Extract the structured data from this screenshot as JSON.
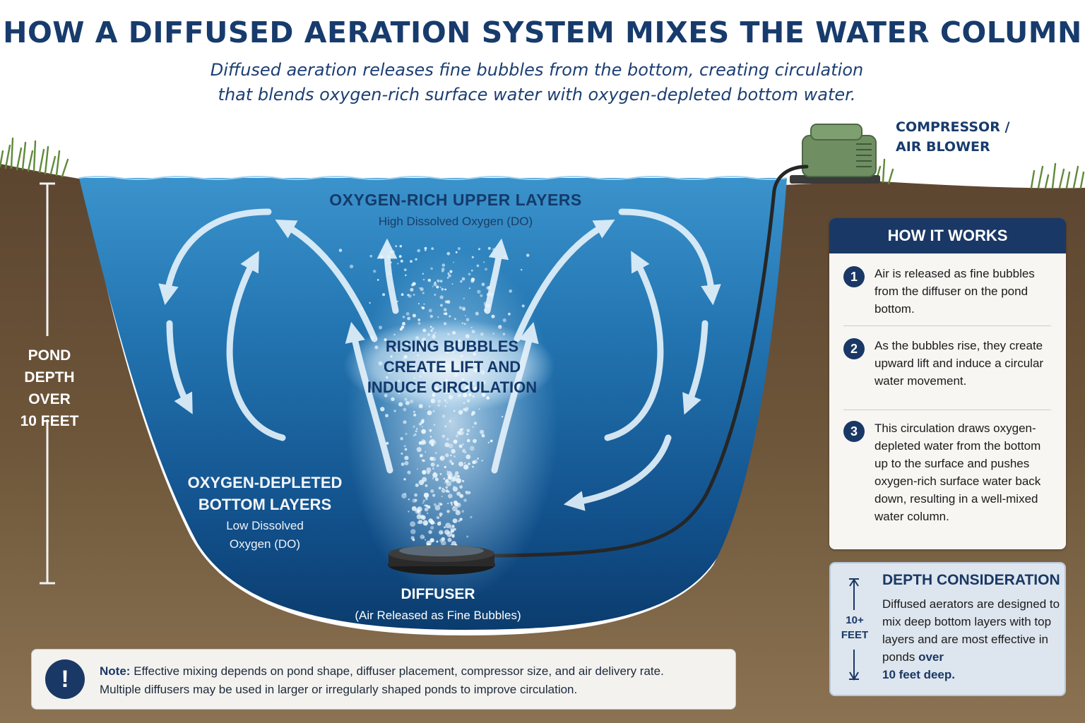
{
  "title": "HOW A DIFFUSED AERATION SYSTEM MIXES THE WATER COLUMN",
  "subtitle": {
    "line1": "Diffused aeration releases fine bubbles from the bottom, creating circulation",
    "line2": "that blends oxygen-rich surface water with oxygen-depleted bottom water."
  },
  "compressor": {
    "line1": "COMPRESSOR /",
    "line2": "AIR BLOWER"
  },
  "upper_layers": {
    "title": "OXYGEN-RICH UPPER LAYERS",
    "subtitle": "High Dissolved Oxygen (DO)"
  },
  "rising_bubbles": {
    "line1": "RISING BUBBLES",
    "line2": "CREATE LIFT AND",
    "line3": "INDUCE CIRCULATION"
  },
  "bottom_layers": {
    "title_line1": "OXYGEN-DEPLETED",
    "title_line2": "BOTTOM LAYERS",
    "subtitle_line1": "Low Dissolved",
    "subtitle_line2": "Oxygen (DO)"
  },
  "diffuser": {
    "title": "DIFFUSER",
    "subtitle": "(Air Released as Fine Bubbles)"
  },
  "pond_depth": {
    "line1": "POND DEPTH",
    "line2": "OVER",
    "line3": "10 FEET"
  },
  "how_it_works": {
    "heading": "HOW IT WORKS",
    "steps": [
      {
        "num": "1",
        "text": "Air is released as fine bubbles from the diffuser on the pond bottom."
      },
      {
        "num": "2",
        "text": "As the bubbles rise, they create upward lift and induce a circular water movement."
      },
      {
        "num": "3",
        "text": "This circulation draws oxygen-depleted water from the bottom up to the surface and pushes oxygen-rich surface water back down, resulting in a well-mixed water column."
      }
    ]
  },
  "depth_consideration": {
    "heading": "DEPTH CONSIDERATION",
    "text": "Diffused aerators are designed to mix deep bottom layers with top layers and are most effective in ponds",
    "emphasis_line1": "over",
    "emphasis_line2": "10 feet deep.",
    "ruler_line1": "10+",
    "ruler_line2": "FEET"
  },
  "note": {
    "icon": "exclamation-icon",
    "label": "Note:",
    "line1": "Effective mixing depends on pond shape, diffuser placement, compressor size, and air delivery rate.",
    "line2": "Multiple diffusers may be used in larger or irregularly shaped ponds to improve circulation."
  },
  "colors": {
    "navy": "#1a3865",
    "water_surface": "#2f86c2",
    "water_deep": "#0c3f73",
    "soil": "#6b5337",
    "grass": "#5f8a3a",
    "compressor": "#6f8f62"
  }
}
